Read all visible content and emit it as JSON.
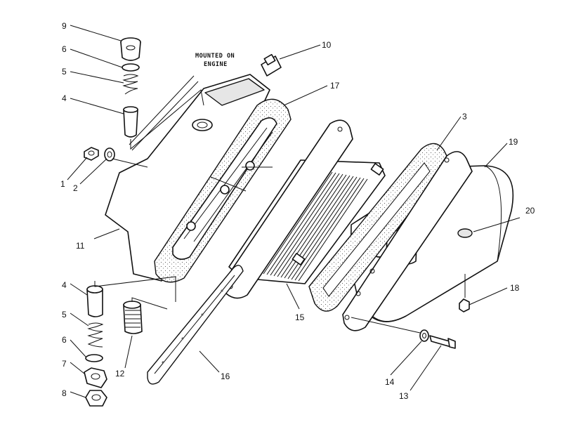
{
  "note": {
    "line1": "MOUNTED ON",
    "line2": "ENGINE"
  },
  "callouts": [
    {
      "id": "c9",
      "label": "9",
      "part": "plug"
    },
    {
      "id": "c6a",
      "label": "6",
      "part": "o-ring-upper"
    },
    {
      "id": "c5a",
      "label": "5",
      "part": "spring-upper"
    },
    {
      "id": "c4a",
      "label": "4",
      "part": "valve-upper"
    },
    {
      "id": "c1",
      "label": "1",
      "part": "nut"
    },
    {
      "id": "c2",
      "label": "2",
      "part": "washer"
    },
    {
      "id": "c11",
      "label": "11",
      "part": "base"
    },
    {
      "id": "c10",
      "label": "10",
      "part": "fitting"
    },
    {
      "id": "c17",
      "label": "17",
      "part": "gasket"
    },
    {
      "id": "c3",
      "label": "3",
      "part": "gasket"
    },
    {
      "id": "c19",
      "label": "19",
      "part": "cover"
    },
    {
      "id": "c20",
      "label": "20",
      "part": "plug"
    },
    {
      "id": "c18",
      "label": "18",
      "part": "plug"
    },
    {
      "id": "c15",
      "label": "15",
      "part": "core"
    },
    {
      "id": "c16",
      "label": "16",
      "part": "gasket"
    },
    {
      "id": "c12",
      "label": "12",
      "part": "plug"
    },
    {
      "id": "c14",
      "label": "14",
      "part": "washer"
    },
    {
      "id": "c13",
      "label": "13",
      "part": "bolt"
    },
    {
      "id": "c4b",
      "label": "4",
      "part": "valve-lower"
    },
    {
      "id": "c5b",
      "label": "5",
      "part": "spring-lower"
    },
    {
      "id": "c6b",
      "label": "6",
      "part": "o-ring-lower"
    },
    {
      "id": "c7",
      "label": "7",
      "part": "adapter"
    },
    {
      "id": "c8",
      "label": "8",
      "part": "nut"
    }
  ]
}
